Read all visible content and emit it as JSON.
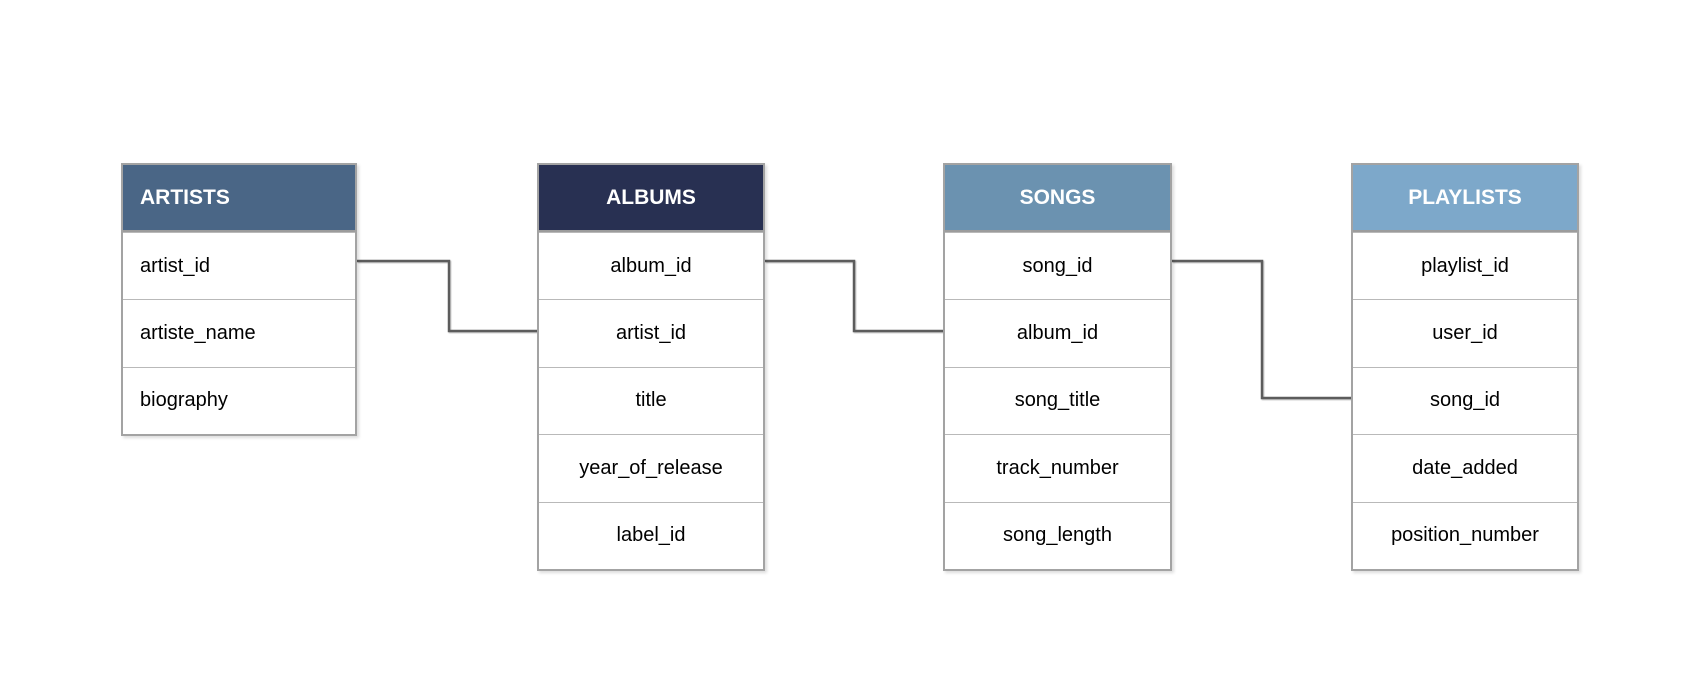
{
  "diagram": {
    "type": "entity-relationship",
    "background_color": "#ffffff",
    "connector_color": "#5c5c5c",
    "table_border_color": "#a3a3a3",
    "row_divider_color": "#b9b9b9",
    "tables": [
      {
        "title": "ARTISTS",
        "header_color": "#4a6686",
        "header_text_color": "#ffffff",
        "fields": [
          "artist_id",
          "artiste_name",
          "biography"
        ]
      },
      {
        "title": "ALBUMS",
        "header_color": "#283052",
        "header_text_color": "#ffffff",
        "fields": [
          "album_id",
          "artist_id",
          "title",
          "year_of_release",
          "label_id"
        ]
      },
      {
        "title": "SONGS",
        "header_color": "#6b92b0",
        "header_text_color": "#ffffff",
        "fields": [
          "song_id",
          "album_id",
          "song_title",
          "track_number",
          "song_length"
        ]
      },
      {
        "title": "PLAYLISTS",
        "header_color": "#7da8ca",
        "header_text_color": "#ffffff",
        "fields": [
          "playlist_id",
          "user_id",
          "song_id",
          "date_added",
          "position_number"
        ]
      }
    ],
    "connectors": [
      {
        "from": "ARTISTS.artist_id",
        "to": "ALBUMS.artist_id"
      },
      {
        "from": "ALBUMS.album_id",
        "to": "SONGS.album_id"
      },
      {
        "from": "SONGS.song_id",
        "to": "PLAYLISTS.song_id"
      }
    ]
  }
}
